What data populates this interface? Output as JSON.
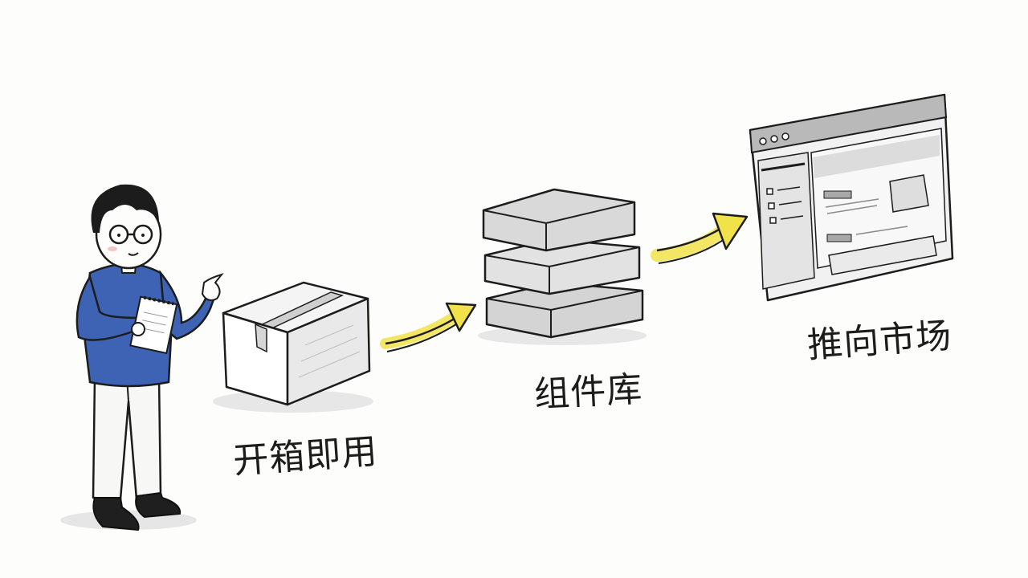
{
  "steps": [
    {
      "label": "开箱即用",
      "icon": "cardboard-box-icon"
    },
    {
      "label": "组件库",
      "icon": "stacked-blocks-icon"
    },
    {
      "label": "推向市场",
      "icon": "browser-window-icon"
    }
  ],
  "figure": {
    "icon": "person-with-notepad-icon"
  },
  "arrows": {
    "icon": "arrow-right-icon",
    "color": "#f2e24a"
  },
  "colors": {
    "sweater": "#3f63b4",
    "ink": "#1c1c1c",
    "pencil_gray": "#cfcfcf",
    "window_bar": "#b9b9b9"
  }
}
